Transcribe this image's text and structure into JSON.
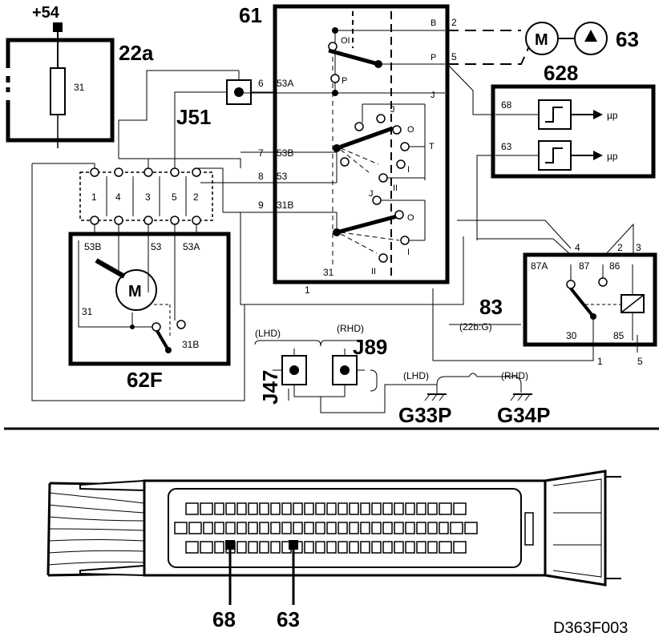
{
  "labels": {
    "plus54": "+54",
    "c22a": "22a",
    "c22a_pin": "31",
    "c61": "61",
    "c63": "63",
    "c628": "628",
    "j51": "J51",
    "c62f": "62F",
    "c83": "83",
    "c83_sub": "(22b:G)",
    "j89": "J89",
    "j47": "J47",
    "g33p": "G33P",
    "g34p": "G34P",
    "lhd_top": "(LHD)",
    "rhd_top": "(RHD)",
    "lhd_bottom": "(LHD)",
    "rhd_bottom": "(RHD)",
    "motor_m": "M",
    "up_arrow": "▲",
    "conn_68": "68",
    "conn_63": "63",
    "figure_code": "D363F003"
  },
  "switch61": {
    "b": "B",
    "p": "P",
    "j": "J",
    "pin_2": "2",
    "pin_5": "5",
    "oi": "OI",
    "p_small": "P",
    "j_upper": "J",
    "o_upper": "O",
    "t_upper": "T",
    "i_upper": "I",
    "ii_upper": "II",
    "j_lower": "J",
    "o_lower": "O",
    "i_lower": "I",
    "ii_lower": "II",
    "n31": "31"
  },
  "wires": {
    "w6": "6",
    "w53a": "53A",
    "w7": "7",
    "w53b": "53B",
    "w8": "8",
    "w53": "53",
    "w9": "9",
    "w31b": "31B",
    "w1": "1"
  },
  "connector62": {
    "pins": [
      "1",
      "4",
      "3",
      "5",
      "2"
    ]
  },
  "motor62f": {
    "t53b": "53B",
    "t53": "53",
    "t53a": "53A",
    "t31": "31",
    "t31b": "31B"
  },
  "ecu628": {
    "in68": "68",
    "in63": "63",
    "up1": "µp",
    "up2": "µp"
  },
  "relay83": {
    "p87a": "87A",
    "p87": "87",
    "p86": "86",
    "p30": "30",
    "p85": "85",
    "w4": "4",
    "w2": "2",
    "w3": "3",
    "w1": "1",
    "w5": "5"
  }
}
